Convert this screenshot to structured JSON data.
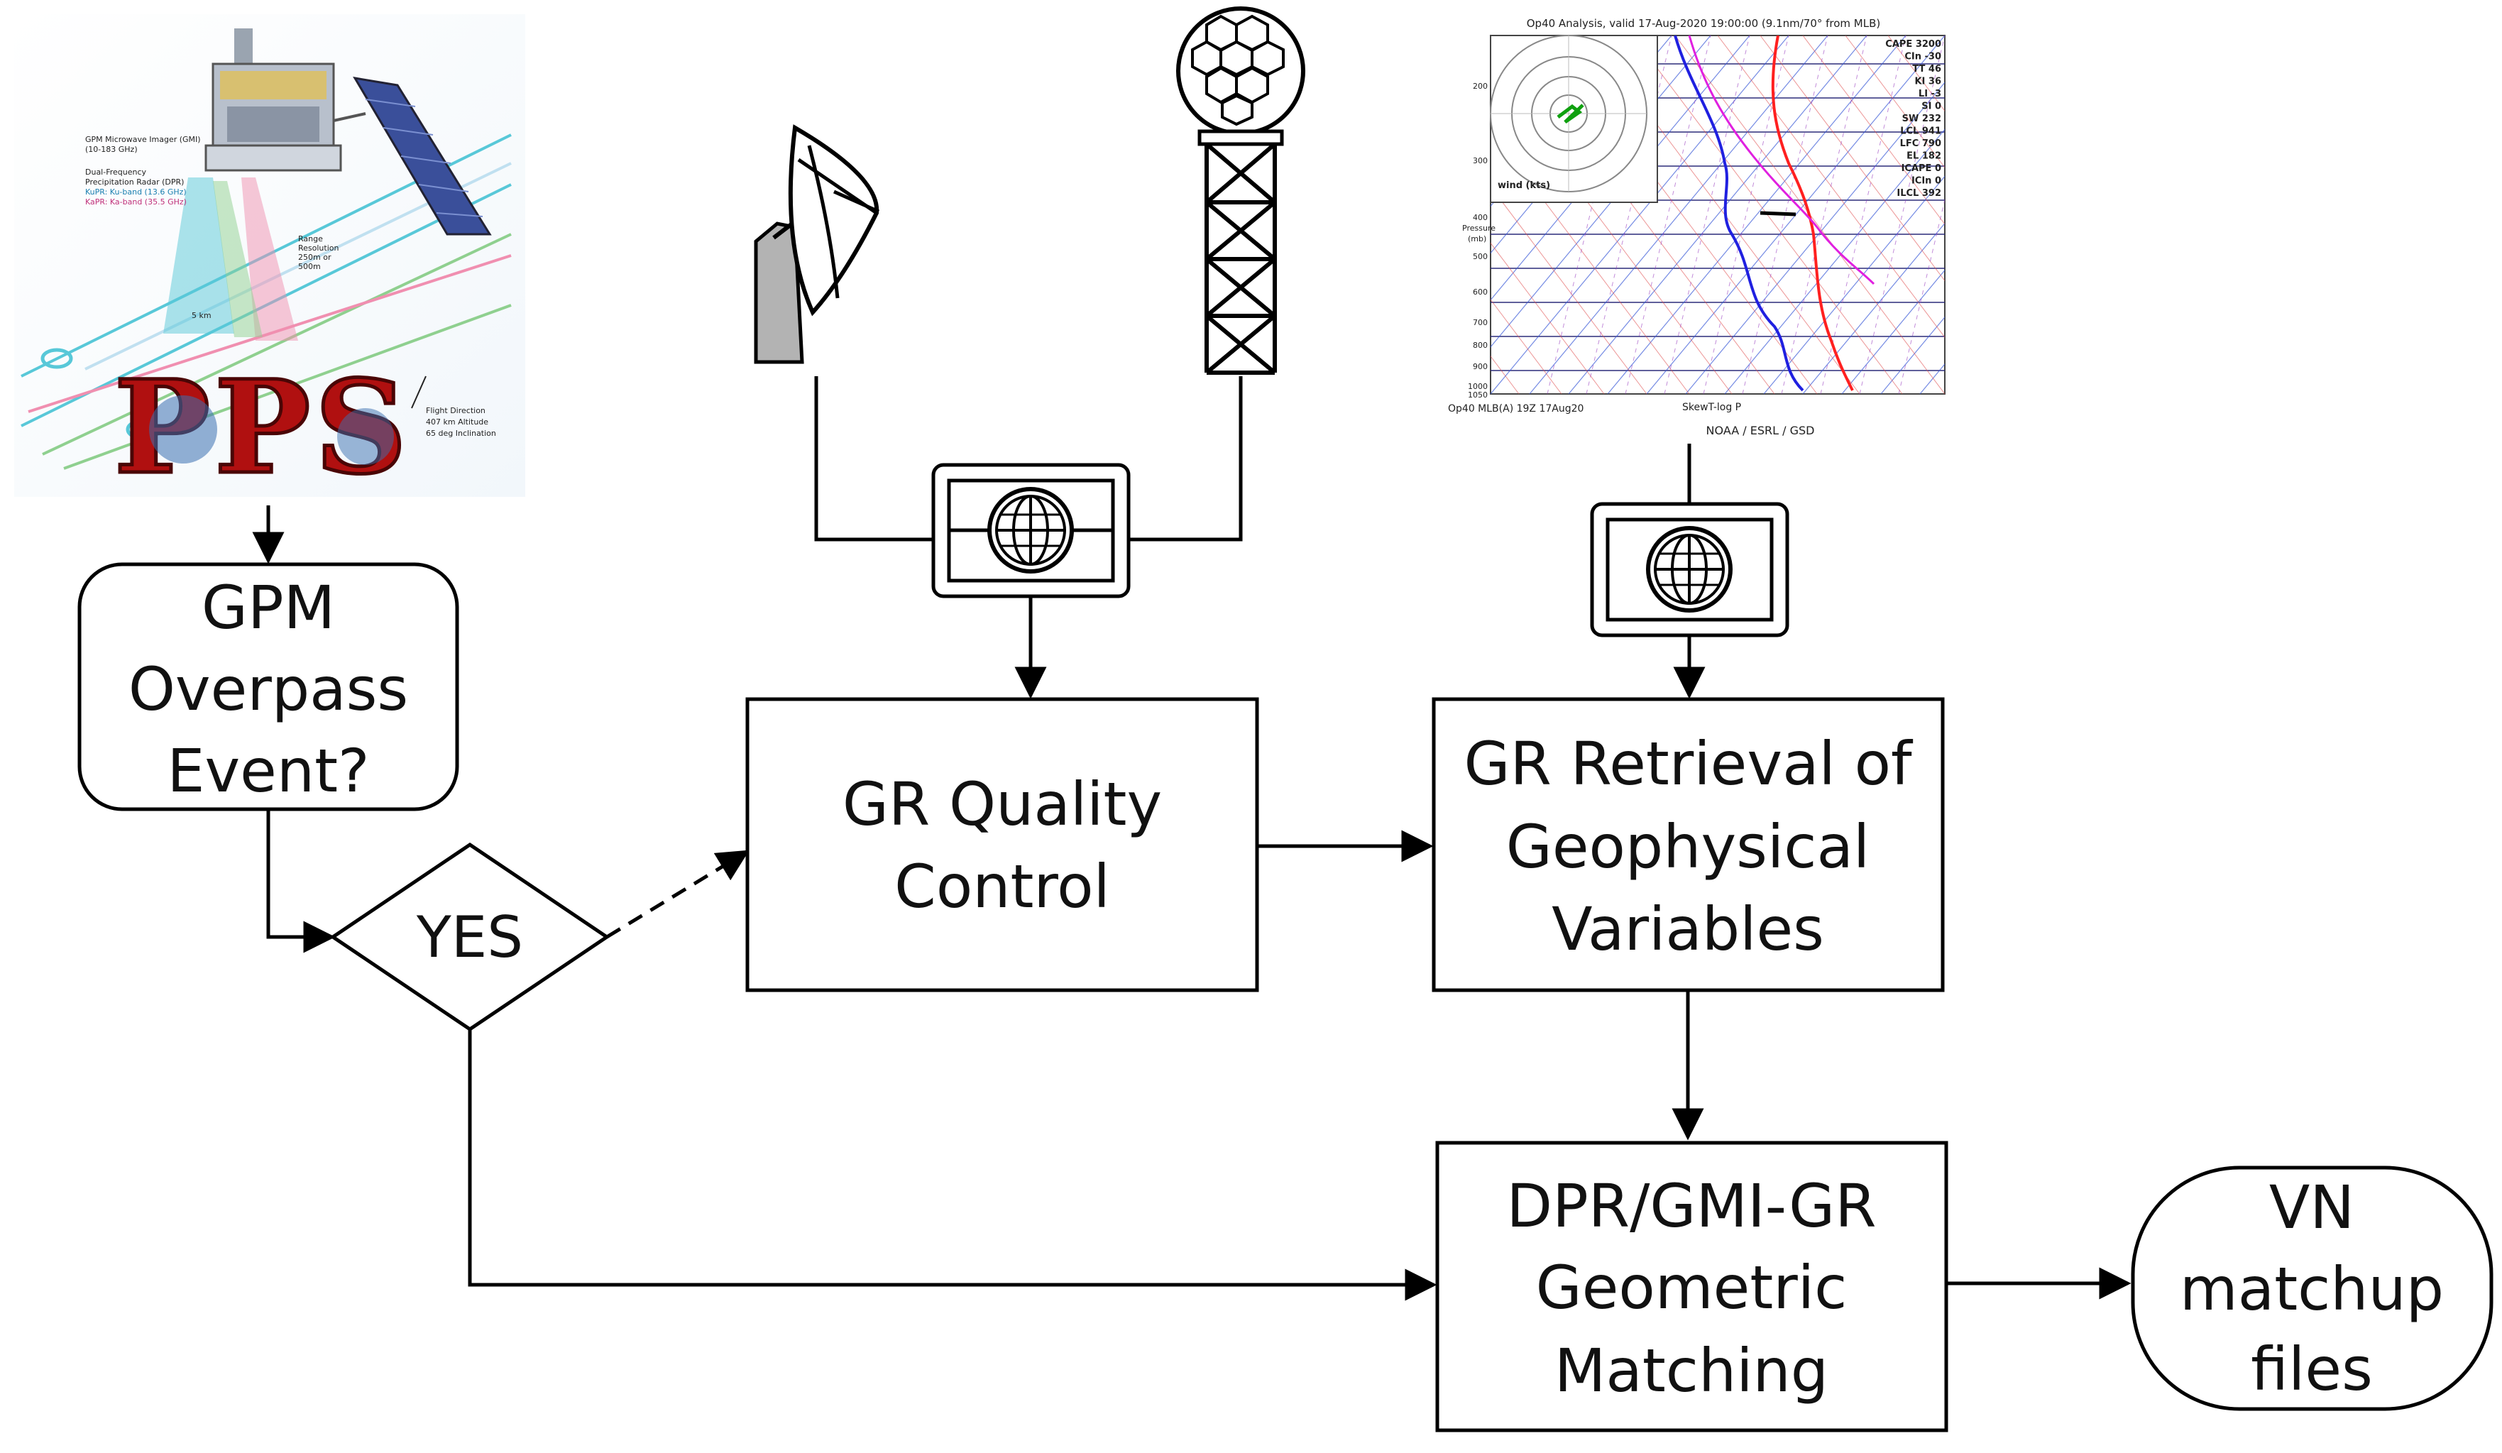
{
  "colors": {
    "line": "#000000",
    "node_fill": "#ffffff",
    "radar_gray": "#b3b3b3",
    "skewt_red": "#ff2020",
    "skewt_blue": "#2020e0",
    "skewt_magenta": "#e020e0",
    "pps_red": "#b01010",
    "sat_cyan": "#58c8d8",
    "sat_green": "#8fd08f",
    "sat_pink": "#f08fb0"
  },
  "nodes": {
    "gpm_overpass": {
      "lines": [
        "GPM",
        "Overpass",
        "Event?"
      ]
    },
    "yes_decision": {
      "lines": [
        "YES"
      ]
    },
    "gr_quality": {
      "lines": [
        "GR Quality",
        "Control"
      ]
    },
    "gr_retrieval": {
      "lines": [
        "GR Retrieval of",
        "Geophysical",
        "Variables"
      ]
    },
    "geo_match": {
      "lines": [
        "DPR/GMI-GR",
        "Geometric",
        "Matching"
      ]
    },
    "vn_files": {
      "lines": [
        "VN",
        "matchup",
        "files"
      ]
    }
  },
  "satellite_image": {
    "pps_text": "PPS",
    "labels": [
      "GPM Microwave Imager (GMI)",
      "(10-183 GHz)",
      "Dual-Frequency",
      "Precipitation Radar (DPR)",
      "KuPR: Ku-band (13.6 GHz)",
      "KaPR: Ka-band (35.5 GHz)",
      "Range",
      "Resolution",
      "250m or",
      "500m",
      "5 km",
      "Flight Direction",
      "407 km Altitude",
      "65 deg Inclination"
    ]
  },
  "skewt_image": {
    "title": "Op40 Analysis, valid 17-Aug-2020 19:00:00 (9.1nm/70° from MLB)",
    "indices": [
      "CAPE 3200",
      "CIn -30",
      "TT 46",
      "KI 36",
      "LI -3",
      "SI 0",
      "SW 232",
      "LCL 941",
      "LFC 790",
      "EL 182",
      "ICAPE 0",
      "ICIn 0",
      "ILCL 392"
    ],
    "pressure_label": "Pressure",
    "pressure_unit": "(mb)",
    "pressure_ticks": [
      "200",
      "300",
      "400",
      "500",
      "600",
      "700",
      "800",
      "900",
      "1000",
      "1050"
    ],
    "wind_label": "wind (kts)",
    "footer_left": "Op40 MLB(A) 19Z 17Aug20",
    "footer_mid": "SkewT-log P",
    "credit": "NOAA / ESRL / GSD"
  }
}
